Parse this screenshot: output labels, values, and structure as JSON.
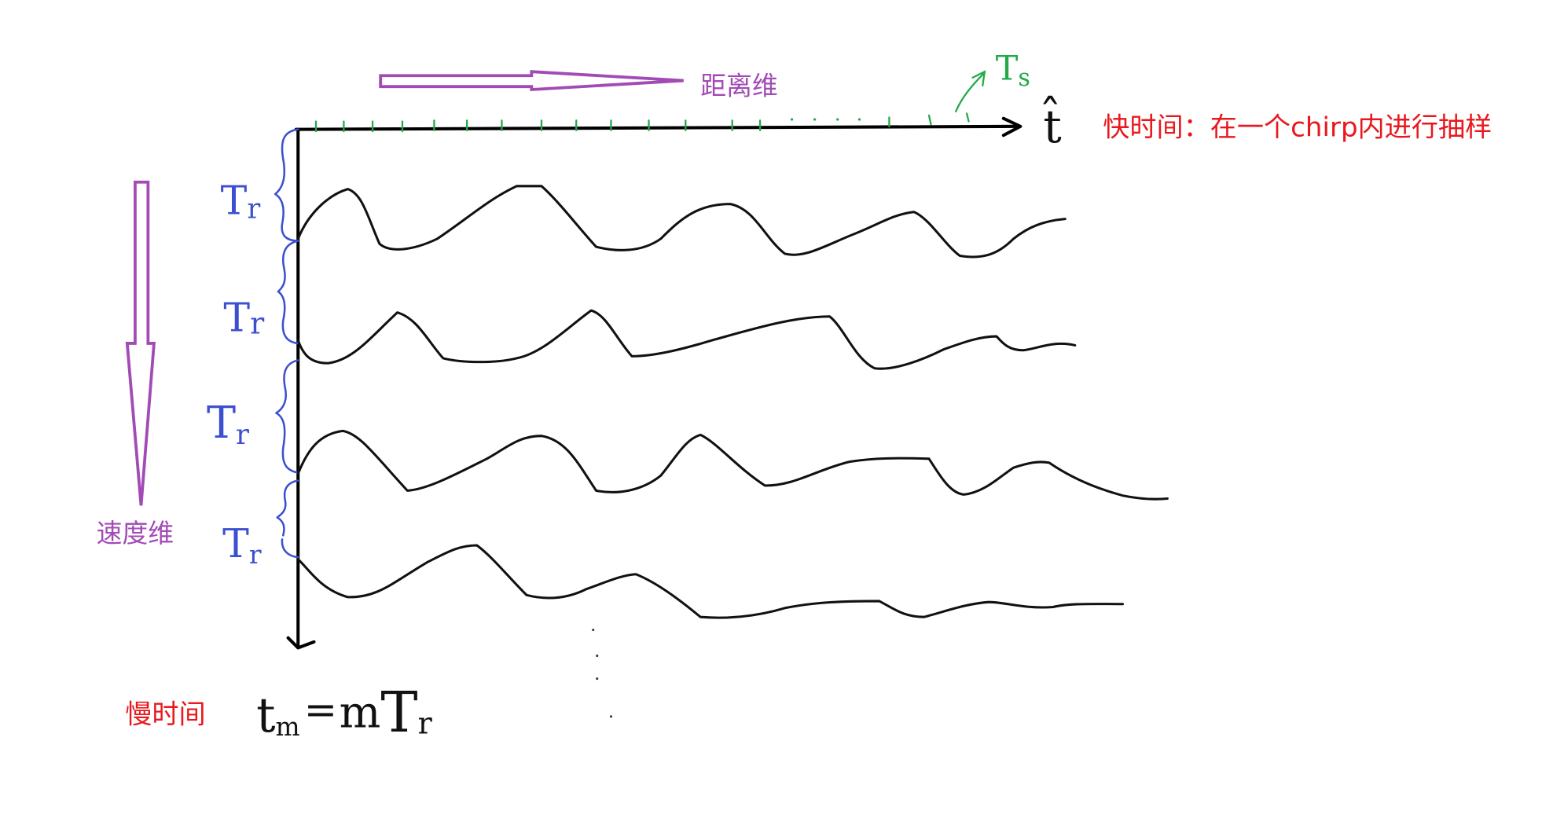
{
  "colors": {
    "purple": "#a24bb6",
    "blue": "#3b4fd0",
    "green": "#22a94a",
    "red": "#e8181e",
    "ink": "#111111"
  },
  "range_dimension_label": "距离维",
  "velocity_dimension_label": "速度维",
  "fast_time": {
    "axis_symbol": "t̂",
    "description": "快时间：在一个chirp内进行抽样",
    "sample_interval": {
      "main": "T",
      "sub": "s"
    }
  },
  "slow_time": {
    "label": "慢时间",
    "formula": {
      "t": "t",
      "t_sub": "m",
      "eq": "=",
      "m": "m",
      "T": "T",
      "T_sub": "r"
    }
  },
  "chirp_periods": [
    {
      "main": "T",
      "sub": "r"
    },
    {
      "main": "T",
      "sub": "r"
    },
    {
      "main": "T",
      "sub": "r"
    },
    {
      "main": "T",
      "sub": "r"
    }
  ]
}
